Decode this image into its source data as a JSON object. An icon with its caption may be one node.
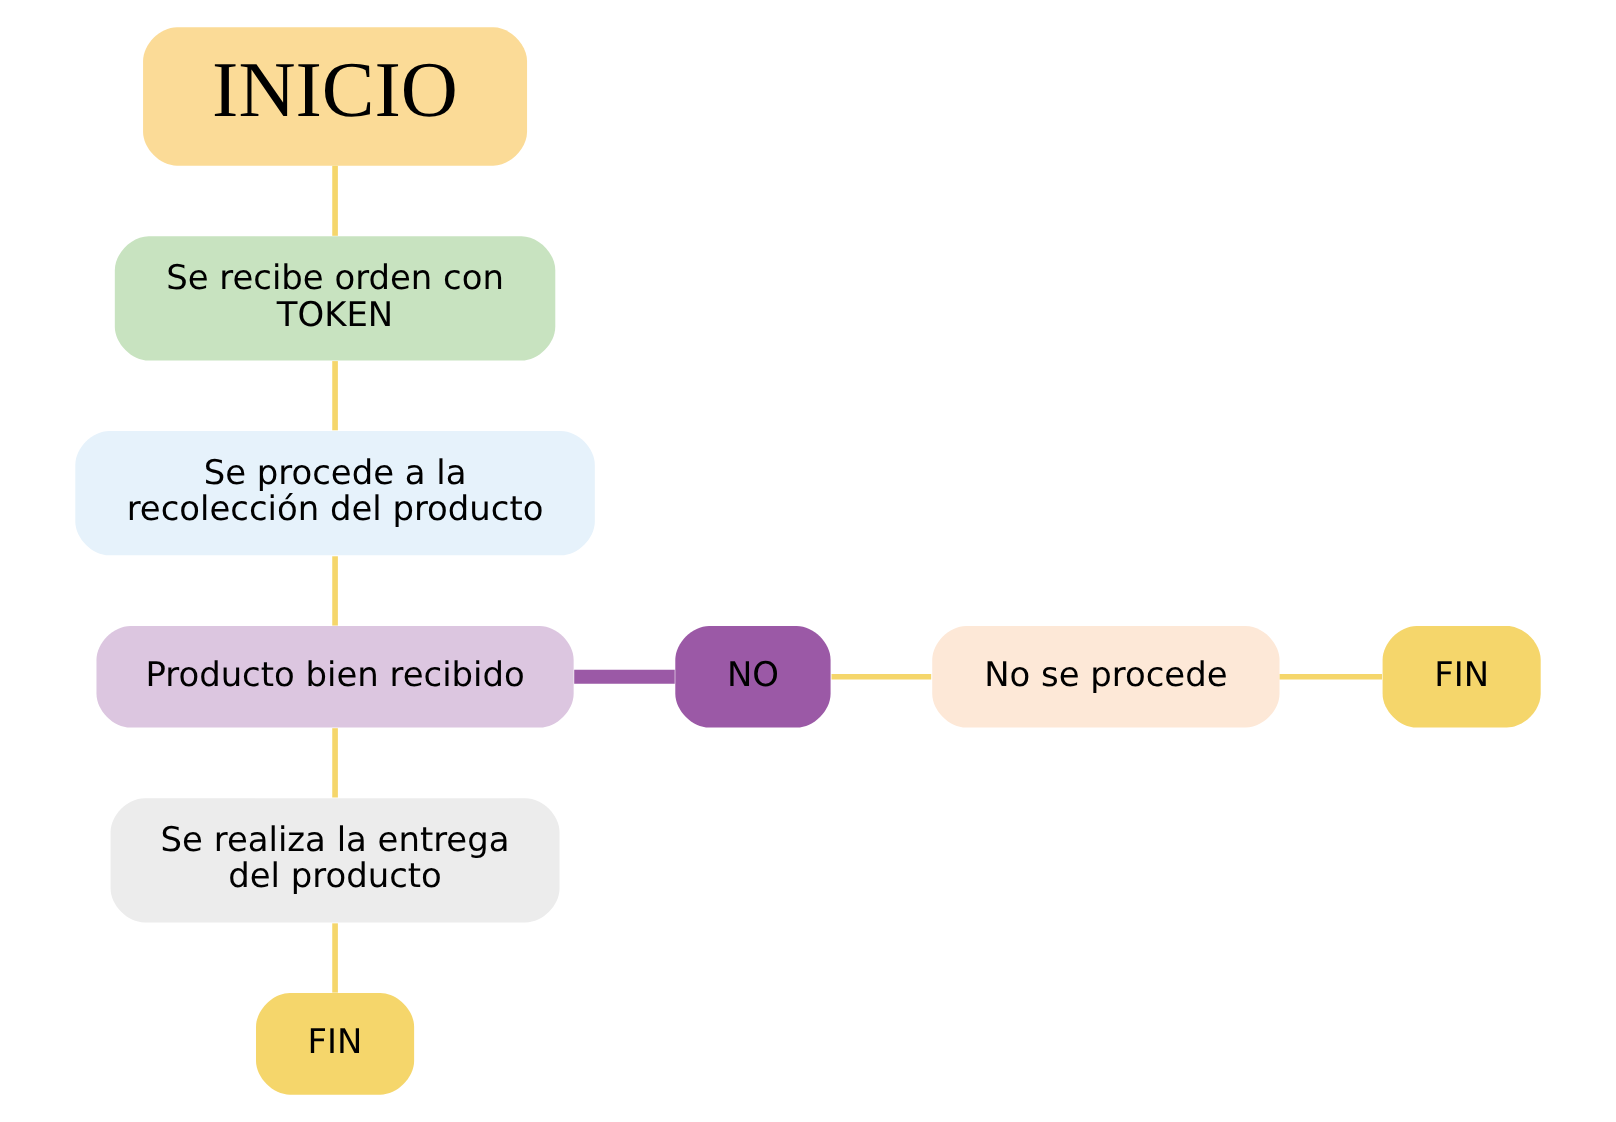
{
  "diagram": {
    "nodes": [
      {
        "text": [
          "INICIO"
        ]
      },
      {
        "text": [
          "Se recibe orden con TOKEN"
        ]
      },
      {
        "text": [
          "Se procede a la recolección del producto"
        ]
      },
      {
        "text": [
          "Producto bien recibido"
        ]
      },
      {
        "text": [
          "NO"
        ]
      },
      {
        "text": [
          "No se procede"
        ]
      },
      {
        "text": [
          "FIN"
        ]
      },
      {
        "text": [
          "Se realiza la entrega del producto"
        ]
      },
      {
        "text": [
          "FIN"
        ]
      }
    ],
    "edges": [
      {
        "from": 0,
        "to": 1,
        "arrow": "none"
      },
      {
        "from": 1,
        "to": 2,
        "arrow": "none"
      },
      {
        "from": 2,
        "to": 3,
        "arrow": "none"
      },
      {
        "from": 3,
        "to": 4,
        "arrow": "none",
        "style": "thick",
        "color": "#9b59a6"
      },
      {
        "from": 4,
        "to": 5,
        "arrow": "none"
      },
      {
        "from": 5,
        "to": 6,
        "arrow": "none"
      },
      {
        "from": 3,
        "to": 7,
        "arrow": "none"
      },
      {
        "from": 7,
        "to": 8,
        "arrow": "none"
      }
    ]
  }
}
